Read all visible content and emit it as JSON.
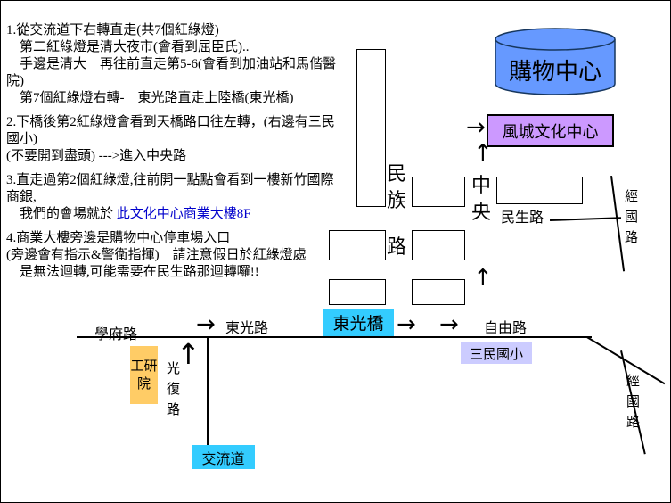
{
  "directions": {
    "p1": [
      "1.從交流道下右轉直走(共7個紅綠燈)",
      "　第二紅綠燈是清大夜市(會看到屈臣氏)..",
      "　手邊是清大　再往前直走第5-6(會看到加油站和馬偕醫",
      "院)",
      "　第7個紅綠燈右轉-　東光路直走上陸橋(東光橋)"
    ],
    "p2": [
      "2.下橋後第2紅綠燈會看到天橋路口往左轉，(右邊有三民",
      "國小)",
      "(不要開到盡頭) --->進入中央路"
    ],
    "p3": [
      "3.直走過第2個紅綠燈,往前開一點點會看到一樓新竹國際",
      "商銀,"
    ],
    "p3_prefix": "　我們的會場就於 ",
    "p3_link": "此文化中心商業大樓8F",
    "p4": [
      "4.商業大樓旁邊是購物中心停車場入口",
      "(旁邊會有指示&警衛指揮)　請注意假日於紅綠燈處",
      "　是無法迴轉,可能需要在民生路那迴轉囉!!"
    ]
  },
  "map": {
    "shopping_center": "購物中心",
    "cultural_center": "風城文化中心",
    "minzu_road": "民族",
    "minzu_road_lu": "路",
    "central_road": "中央",
    "minsheng_road": "民生路",
    "jingguo_road_top": "經國路",
    "jingguo_road_bottom": "經國路",
    "dongguang_road": "東光路",
    "dongguang_bridge": "東光橋",
    "ziyou_road": "自由路",
    "sanmin_school": "三民國小",
    "xuefu_road": "學府路",
    "guangfu_road": "光復路",
    "itri": "工研院",
    "interchange": "交流道"
  },
  "icons": {
    "arrow_right": "→",
    "arrow_up": "↑"
  },
  "colors": {
    "shopping_center_fill": "#6699ff",
    "cultural_center_fill": "#cc99ff",
    "school_fill": "#ccccff",
    "bridge_fill": "#33ccff",
    "interchange_fill": "#33ccff",
    "itri_fill": "#ffcc66",
    "link_text": "#0000cc",
    "line": "#000000"
  }
}
